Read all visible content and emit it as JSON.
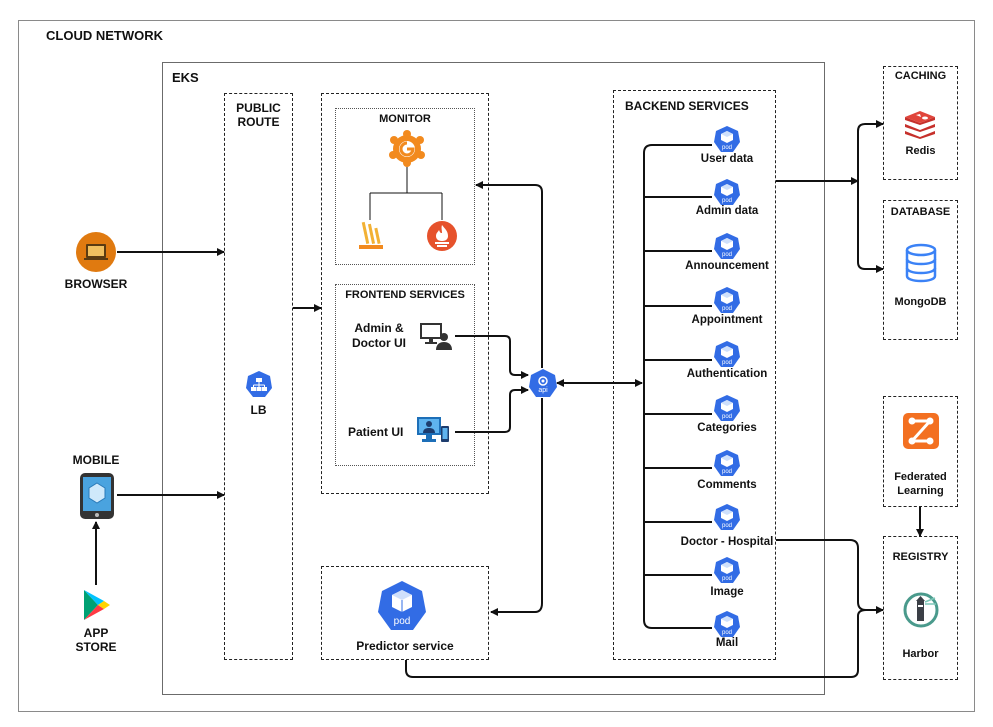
{
  "diagram": {
    "cloud_network": "CLOUD NETWORK",
    "eks": "EKS",
    "public_route": [
      "PUBLIC",
      "ROUTE"
    ],
    "lb": "LB",
    "monitor": "MONITOR",
    "frontend_services": "FRONTEND SERVICES",
    "admin_doctor_ui": [
      "Admin &",
      "Doctor UI"
    ],
    "patient_ui": "Patient UI",
    "predictor_service": "Predictor service",
    "backend_services": "BACKEND SERVICES",
    "backend_pods": [
      "User data",
      "Admin data",
      "Announcement",
      "Appointment",
      "Authentication",
      "Categories",
      "Comments",
      "Doctor - Hospital",
      "Image",
      "Mail"
    ],
    "browser": "BROWSER",
    "mobile": "MOBILE",
    "app_store": [
      "APP",
      "STORE"
    ],
    "caching": "CACHING",
    "redis": "Redis",
    "database": "DATABASE",
    "mongodb": "MongoDB",
    "federated_learning": [
      "Federated",
      "Learning"
    ],
    "registry": "REGISTRY",
    "harbor": "Harbor",
    "pod_glyph": "pod",
    "api_glyph": "api"
  },
  "colors": {
    "k8s_blue": "#326ce5",
    "grafana_orange": "#f28a1e",
    "prometheus_orange": "#e6522c",
    "redis_red": "#c6302b",
    "mongodb_blue": "#3b82f6",
    "browser_orange": "#e07a10",
    "federated_orange": "#f37021",
    "harbor_teal": "#4a9a8c"
  }
}
